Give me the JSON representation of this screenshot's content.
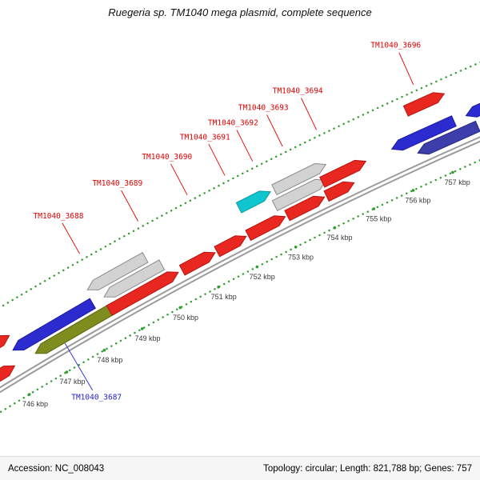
{
  "title": "Ruegeria sp. TM1040 mega plasmid, complete sequence",
  "footer": {
    "accession": "Accession: NC_008043",
    "summary": "Topology: circular; Length: 821,788 bp; Genes: 757"
  },
  "colors": {
    "background": "#ffffff",
    "backbone": "#9c9c9c",
    "ruler": "#2f9e2f",
    "tick_text": "#3a3a3a",
    "label_plus": "#e00000",
    "label_minus": "#2424cc",
    "features": {
      "red": {
        "fill": "#e82820",
        "stroke": "#b51410"
      },
      "blue": {
        "fill": "#2b2bd0",
        "stroke": "#1b1b9e"
      },
      "navy": {
        "fill": "#3d3dac",
        "stroke": "#28287e"
      },
      "olive": {
        "fill": "#7f8c1e",
        "stroke": "#5c660f"
      },
      "gray": {
        "fill": "#d2d2d2",
        "stroke": "#8a8a8a"
      },
      "cyan": {
        "fill": "#0fc6cf",
        "stroke": "#0a9aa3"
      }
    }
  },
  "ruler": {
    "unit": "kbp",
    "ticks": [
      {
        "kbp": 746,
        "label": "746 kbp"
      },
      {
        "kbp": 747,
        "label": "747 kbp"
      },
      {
        "kbp": 748,
        "label": "748 kbp"
      },
      {
        "kbp": 749,
        "label": "749 kbp"
      },
      {
        "kbp": 750,
        "label": "750 kbp"
      },
      {
        "kbp": 751,
        "label": "751 kbp"
      },
      {
        "kbp": 752,
        "label": "752 kbp"
      },
      {
        "kbp": 753,
        "label": "753 kbp"
      },
      {
        "kbp": 754,
        "label": "754 kbp"
      },
      {
        "kbp": 755,
        "label": "755 kbp"
      },
      {
        "kbp": 756,
        "label": "756 kbp"
      },
      {
        "kbp": 757,
        "label": "757 kbp"
      }
    ]
  },
  "genes": [
    {
      "color": "red",
      "start_kbp": 745.0,
      "end_kbp": 746.05,
      "dir": "right",
      "track": 0
    },
    {
      "color": "red",
      "start_kbp": 745.2,
      "end_kbp": 746.3,
      "dir": "right",
      "track": 2
    },
    {
      "color": "olive",
      "start_kbp": 746.6,
      "end_kbp": 748.7,
      "dir": "left",
      "track": 0
    },
    {
      "color": "blue",
      "start_kbp": 746.2,
      "end_kbp": 748.3,
      "dir": "left",
      "track": 1
    },
    {
      "color": "gray",
      "start_kbp": 748.35,
      "end_kbp": 749.85,
      "dir": "left",
      "track": 2
    },
    {
      "color": "gray",
      "start_kbp": 748.6,
      "end_kbp": 750.1,
      "dir": "left",
      "track": 1
    },
    {
      "color": "red",
      "start_kbp": 748.55,
      "end_kbp": 750.35,
      "dir": "right",
      "track": 0
    },
    {
      "color": "red",
      "start_kbp": 750.45,
      "end_kbp": 751.3,
      "dir": "right",
      "track": 0
    },
    {
      "color": "red",
      "start_kbp": 751.35,
      "end_kbp": 752.1,
      "dir": "right",
      "track": 0
    },
    {
      "color": "cyan",
      "start_kbp": 752.25,
      "end_kbp": 753.05,
      "dir": "right",
      "track": 2
    },
    {
      "color": "red",
      "start_kbp": 752.15,
      "end_kbp": 753.1,
      "dir": "right",
      "track": 0
    },
    {
      "color": "gray",
      "start_kbp": 753.15,
      "end_kbp": 754.45,
      "dir": "right",
      "track": 2
    },
    {
      "color": "gray",
      "start_kbp": 753.0,
      "end_kbp": 754.3,
      "dir": "right",
      "track": 1
    },
    {
      "color": "red",
      "start_kbp": 753.15,
      "end_kbp": 754.1,
      "dir": "right",
      "track": 0
    },
    {
      "color": "red",
      "start_kbp": 754.15,
      "end_kbp": 754.85,
      "dir": "right",
      "track": 0
    },
    {
      "color": "red",
      "start_kbp": 754.2,
      "end_kbp": 755.3,
      "dir": "right",
      "track": 1
    },
    {
      "color": "red",
      "start_kbp": 756.6,
      "end_kbp": 757.55,
      "dir": "right",
      "track": 3
    },
    {
      "color": "blue",
      "start_kbp": 755.95,
      "end_kbp": 757.5,
      "dir": "left",
      "track": 1
    },
    {
      "color": "navy",
      "start_kbp": 756.45,
      "end_kbp": 757.95,
      "dir": "left",
      "track": 0
    },
    {
      "color": "blue",
      "start_kbp": 757.8,
      "end_kbp": 759.0,
      "dir": "left",
      "track": 1
    }
  ],
  "feature_labels": [
    {
      "text": "TM1040_3687",
      "kbp": 747.3,
      "side": "in",
      "strand": "minus"
    },
    {
      "text": "TM1040_3688",
      "kbp": 748.6,
      "side": "out",
      "strand": "plus"
    },
    {
      "text": "TM1040_3689",
      "kbp": 750.1,
      "side": "out",
      "strand": "plus"
    },
    {
      "text": "TM1040_3690",
      "kbp": 751.35,
      "side": "out",
      "strand": "plus"
    },
    {
      "text": "TM1040_3691",
      "kbp": 752.3,
      "side": "out",
      "strand": "plus"
    },
    {
      "text": "TM1040_3692",
      "kbp": 753.0,
      "side": "out",
      "strand": "plus"
    },
    {
      "text": "TM1040_3693",
      "kbp": 753.75,
      "side": "out",
      "strand": "plus"
    },
    {
      "text": "TM1040_3694",
      "kbp": 754.6,
      "side": "out",
      "strand": "plus"
    },
    {
      "text": "TM1040_3696",
      "kbp": 757.0,
      "side": "out",
      "strand": "plus"
    }
  ]
}
